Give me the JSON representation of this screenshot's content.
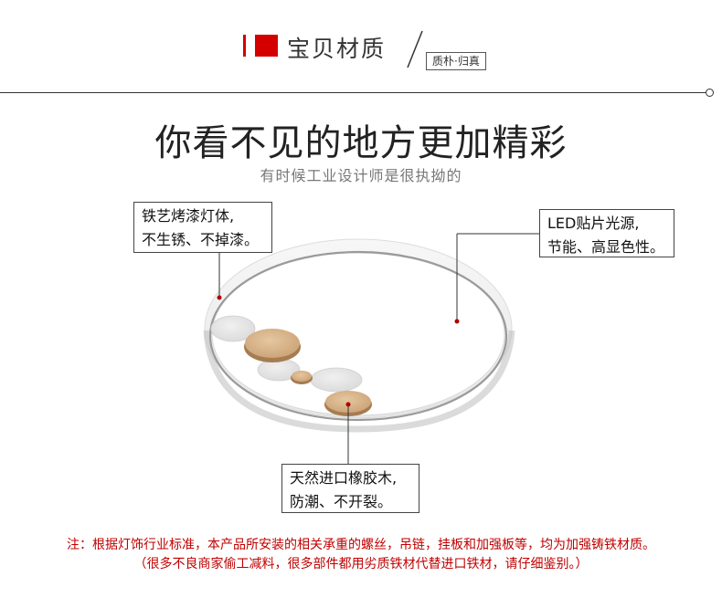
{
  "header": {
    "title": "宝贝材质",
    "tag": "质朴·归真"
  },
  "headline": "你看不见的地方更加精彩",
  "subline": "有时候工业设计师是很执拗的",
  "callouts": {
    "frame": {
      "line1": "铁艺烤漆灯体,",
      "line2": "不生锈、不掉漆。"
    },
    "led": {
      "line1": "LED贴片光源,",
      "line2": "节能、高显色性。"
    },
    "wood": {
      "line1": "天然进口橡胶木,",
      "line2": "防潮、不开裂。"
    }
  },
  "notes": {
    "line1": "注：根据灯饰行业标准，本产品所安装的相关承重的螺丝，吊链，挂板和加强板等，均为加强铸铁材质。",
    "line2": "（很多不良商家偷工减料，很多部件都用劣质铁材代替进口铁材，请仔细鉴别。）"
  },
  "colors": {
    "accent_red": "#d40000",
    "note_red": "#c00000",
    "lamp_ring": "#f2f2f2",
    "wood": "#d9b48a"
  }
}
